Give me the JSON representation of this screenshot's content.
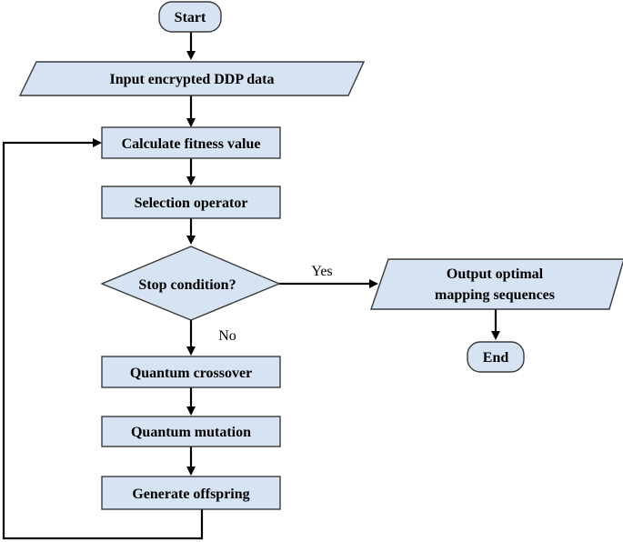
{
  "flowchart": {
    "start": "Start",
    "input": "Input encrypted DDP data",
    "fitness": "Calculate fitness value",
    "selection": "Selection operator",
    "decision": "Stop condition?",
    "crossover": "Quantum crossover",
    "mutation": "Quantum mutation",
    "offspring": "Generate offspring",
    "output_line1": "Output optimal",
    "output_line2": "mapping sequences",
    "end": "End",
    "yes_label": "Yes",
    "no_label": "No"
  },
  "colors": {
    "node_fill": "#d6e3f2",
    "node_stroke": "#3a3a3a",
    "edge": "#000000"
  }
}
